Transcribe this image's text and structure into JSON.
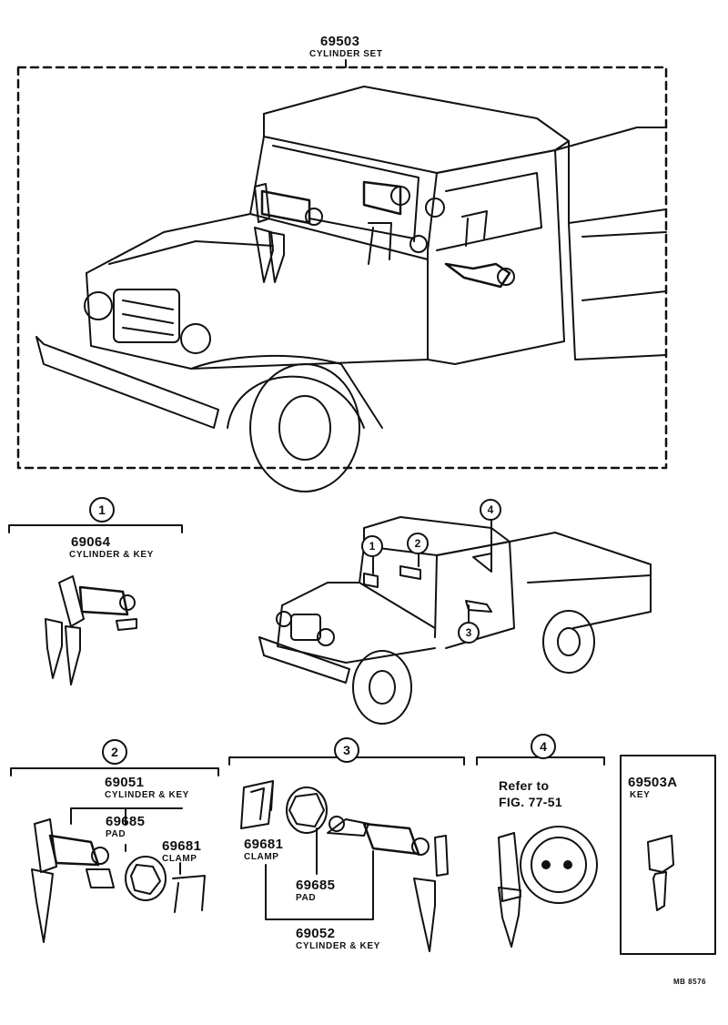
{
  "top": {
    "part_no": "69503",
    "part_name": "CYLINDER SET"
  },
  "sections": [
    {
      "marker": "1",
      "parts": [
        {
          "no": "69064",
          "name": "CYLINDER & KEY"
        }
      ]
    },
    {
      "marker": "2",
      "parts": [
        {
          "no": "69051",
          "name": "CYLINDER & KEY"
        },
        {
          "no": "69685",
          "name": "PAD"
        },
        {
          "no": "69681",
          "name": "CLAMP"
        }
      ]
    },
    {
      "marker": "3",
      "parts": [
        {
          "no": "69681",
          "name": "CLAMP"
        },
        {
          "no": "69685",
          "name": "PAD"
        },
        {
          "no": "69052",
          "name": "CYLINDER & KEY"
        }
      ]
    },
    {
      "marker": "4",
      "refer_line1": "Refer to",
      "refer_line2": "FIG. 77-51"
    },
    {
      "marker": "",
      "parts": [
        {
          "no": "69503A",
          "name": "KEY"
        }
      ]
    }
  ],
  "truck_markers": [
    "1",
    "2",
    "3",
    "4"
  ],
  "footer": {
    "code": "MB  8576"
  }
}
